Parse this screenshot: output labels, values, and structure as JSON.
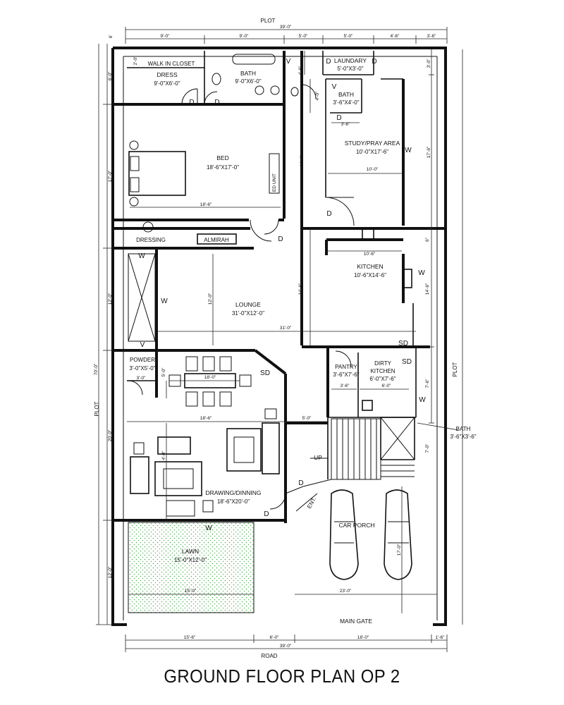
{
  "title": "GROUND FLOOR PLAN OP 2",
  "labels": {
    "plot_top": "PLOT",
    "plot_left": "PLOT",
    "plot_right": "PLOT",
    "road": "ROAD",
    "main_gate": "MAIN GATE",
    "entry": "ENT.",
    "up": "UP",
    "ed_unit": "ED UNIT"
  },
  "rooms": {
    "walk_in_closet": {
      "name": "WALK IN CLOSET"
    },
    "dress": {
      "name": "DRESS",
      "size": "9'-0\"X6'-0\""
    },
    "bath_top": {
      "name": "BATH",
      "size": "9'-0\"X6'-0\""
    },
    "laundary": {
      "name": "LAUNDARY",
      "size": "5'-0\"X3'-0\""
    },
    "bath_small": {
      "name": "BATH",
      "size": "3'-6\"X4'-0\""
    },
    "study": {
      "name": "STUDY/PRAY AREA",
      "size": "10'-0\"X17'-6\""
    },
    "bed": {
      "name": "BED",
      "size": "18'-6\"X17'-0\""
    },
    "dressing": {
      "name": "DRESSING"
    },
    "almirah": {
      "name": "ALMIRAH"
    },
    "kitchen": {
      "name": "KITCHEN",
      "size": "10'-6\"X14'-6\""
    },
    "lounge": {
      "name": "LOUNGE",
      "size": "31'-0\"X12'-0\""
    },
    "powder": {
      "name": "POWDER",
      "size": "3'-0\"X5'-0\""
    },
    "pantry": {
      "name": "PANTRY",
      "size": "3'-6\"X7'-6\""
    },
    "dirty_kitchen": {
      "name1": "DIRTY",
      "name2": "KITCHEN",
      "size": "6'-0\"X7'-6\""
    },
    "bath_stair": {
      "name": "BATH",
      "size": "3'-6\"X3'-6\""
    },
    "drawing": {
      "name": "DRAWING/DINNING",
      "size": "18'-6\"X20'-0\""
    },
    "car_porch": {
      "name": "CAR PORCH"
    },
    "lawn": {
      "name": "LAWN",
      "size": "15'-0\"X12'-0\""
    }
  },
  "marks": {
    "door": "D",
    "window": "W",
    "sliding_door": "SD",
    "ventilator": "V"
  },
  "dims": {
    "top_total": "39'-0\"",
    "top_segments": [
      "9'-0\"",
      "9'-0\"",
      "5'-0\"",
      "5'-0\"",
      "4'-6\"",
      "3'-6\""
    ],
    "bottom_total": "39'-0\"",
    "bottom_segments": [
      "15'-6\"",
      "6'-0\"",
      "18'-0\"",
      "1'-6\""
    ],
    "left_total": "70'-0\"",
    "left_top": "6'",
    "left_segments": [
      "6'-0\"",
      "17'-0\"",
      "12'-0\"",
      "20'-0\"",
      "12'-0\""
    ],
    "closet_h": "2'-0\"",
    "bath_left": "4'-6\"",
    "bath_small_w": "3'-6\"",
    "bath_small_h": "4'-0\"",
    "right_laundry": "3'-0\"",
    "study_w": "10'-0\"",
    "study_h": "16'-0\"",
    "right_study": "17'-6\"",
    "bed_w": "18'-6\"",
    "kitchen_w": "10'-6\"",
    "kitchen_h": "14'-6\"",
    "right_kitchen": "14'-6\"",
    "right_kitchen_top": "6\"",
    "lounge_w": "31'-0\"",
    "lounge_h": "12'-0\"",
    "dining_w": "18'-0\"",
    "dining_h": "5'-0\"",
    "powder_w": "3'-0\"",
    "pantry_w": "3'-6\"",
    "dirty_w": "6'-0\"",
    "right_dirty": "7'-6\"",
    "right_bath": "7'-0\"",
    "drawing_w": "18'-6\"",
    "passage_w": "5'-0\"",
    "drawing_h": "4'-0\"",
    "lawn_w": "15'-0\"",
    "porch_w": "23'-0\"",
    "porch_h": "17'-0\""
  }
}
